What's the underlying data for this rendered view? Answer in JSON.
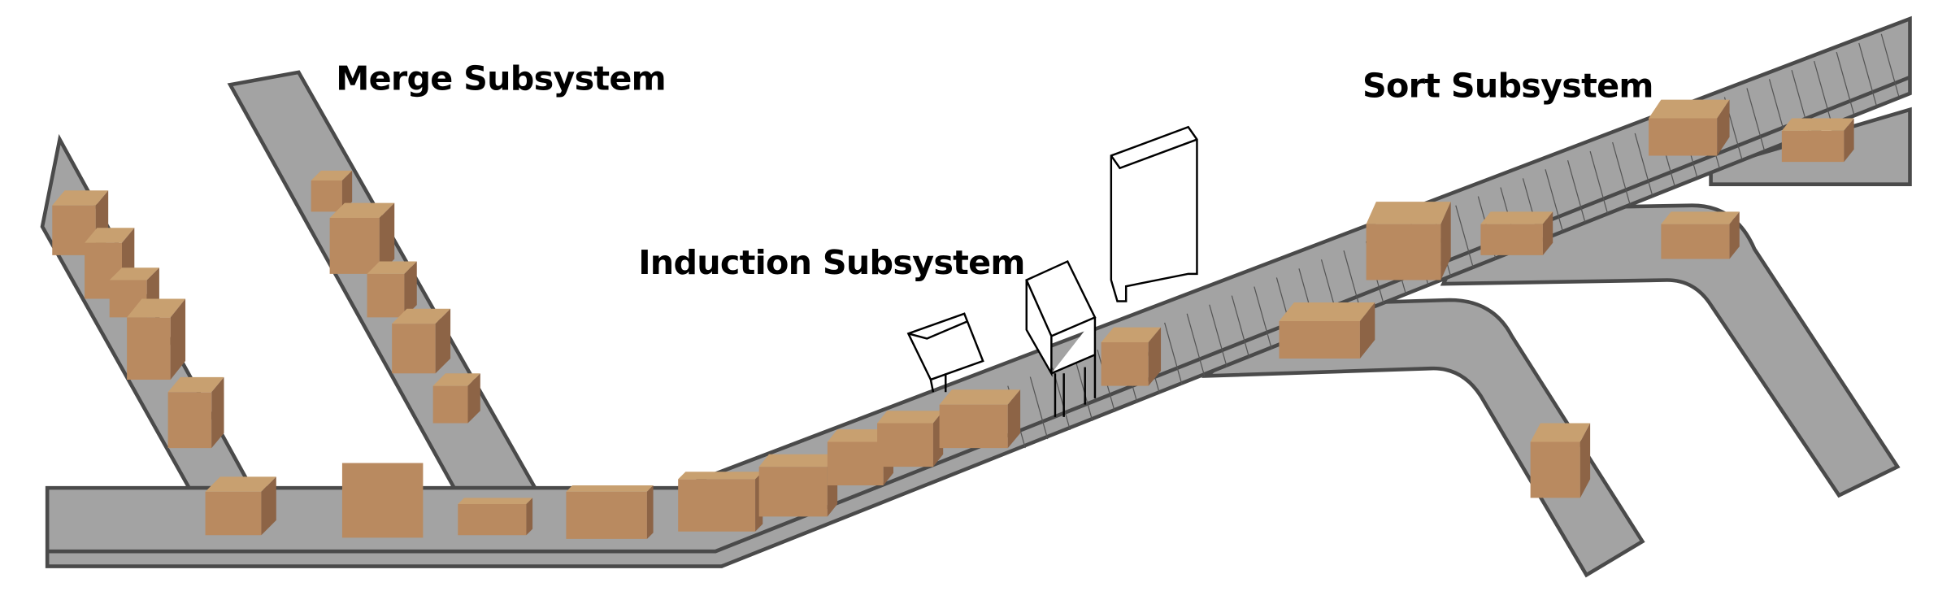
{
  "labels": {
    "merge": "Merge Subsystem",
    "induction": "Induction Subsystem",
    "sort": "Sort Subsystem"
  },
  "colors": {
    "conveyor": "#a3a3a3",
    "conveyor_edge": "#4a4a4a",
    "box_top": "#c8a070",
    "box_front": "#b98a60",
    "box_side": "#8d6446"
  }
}
